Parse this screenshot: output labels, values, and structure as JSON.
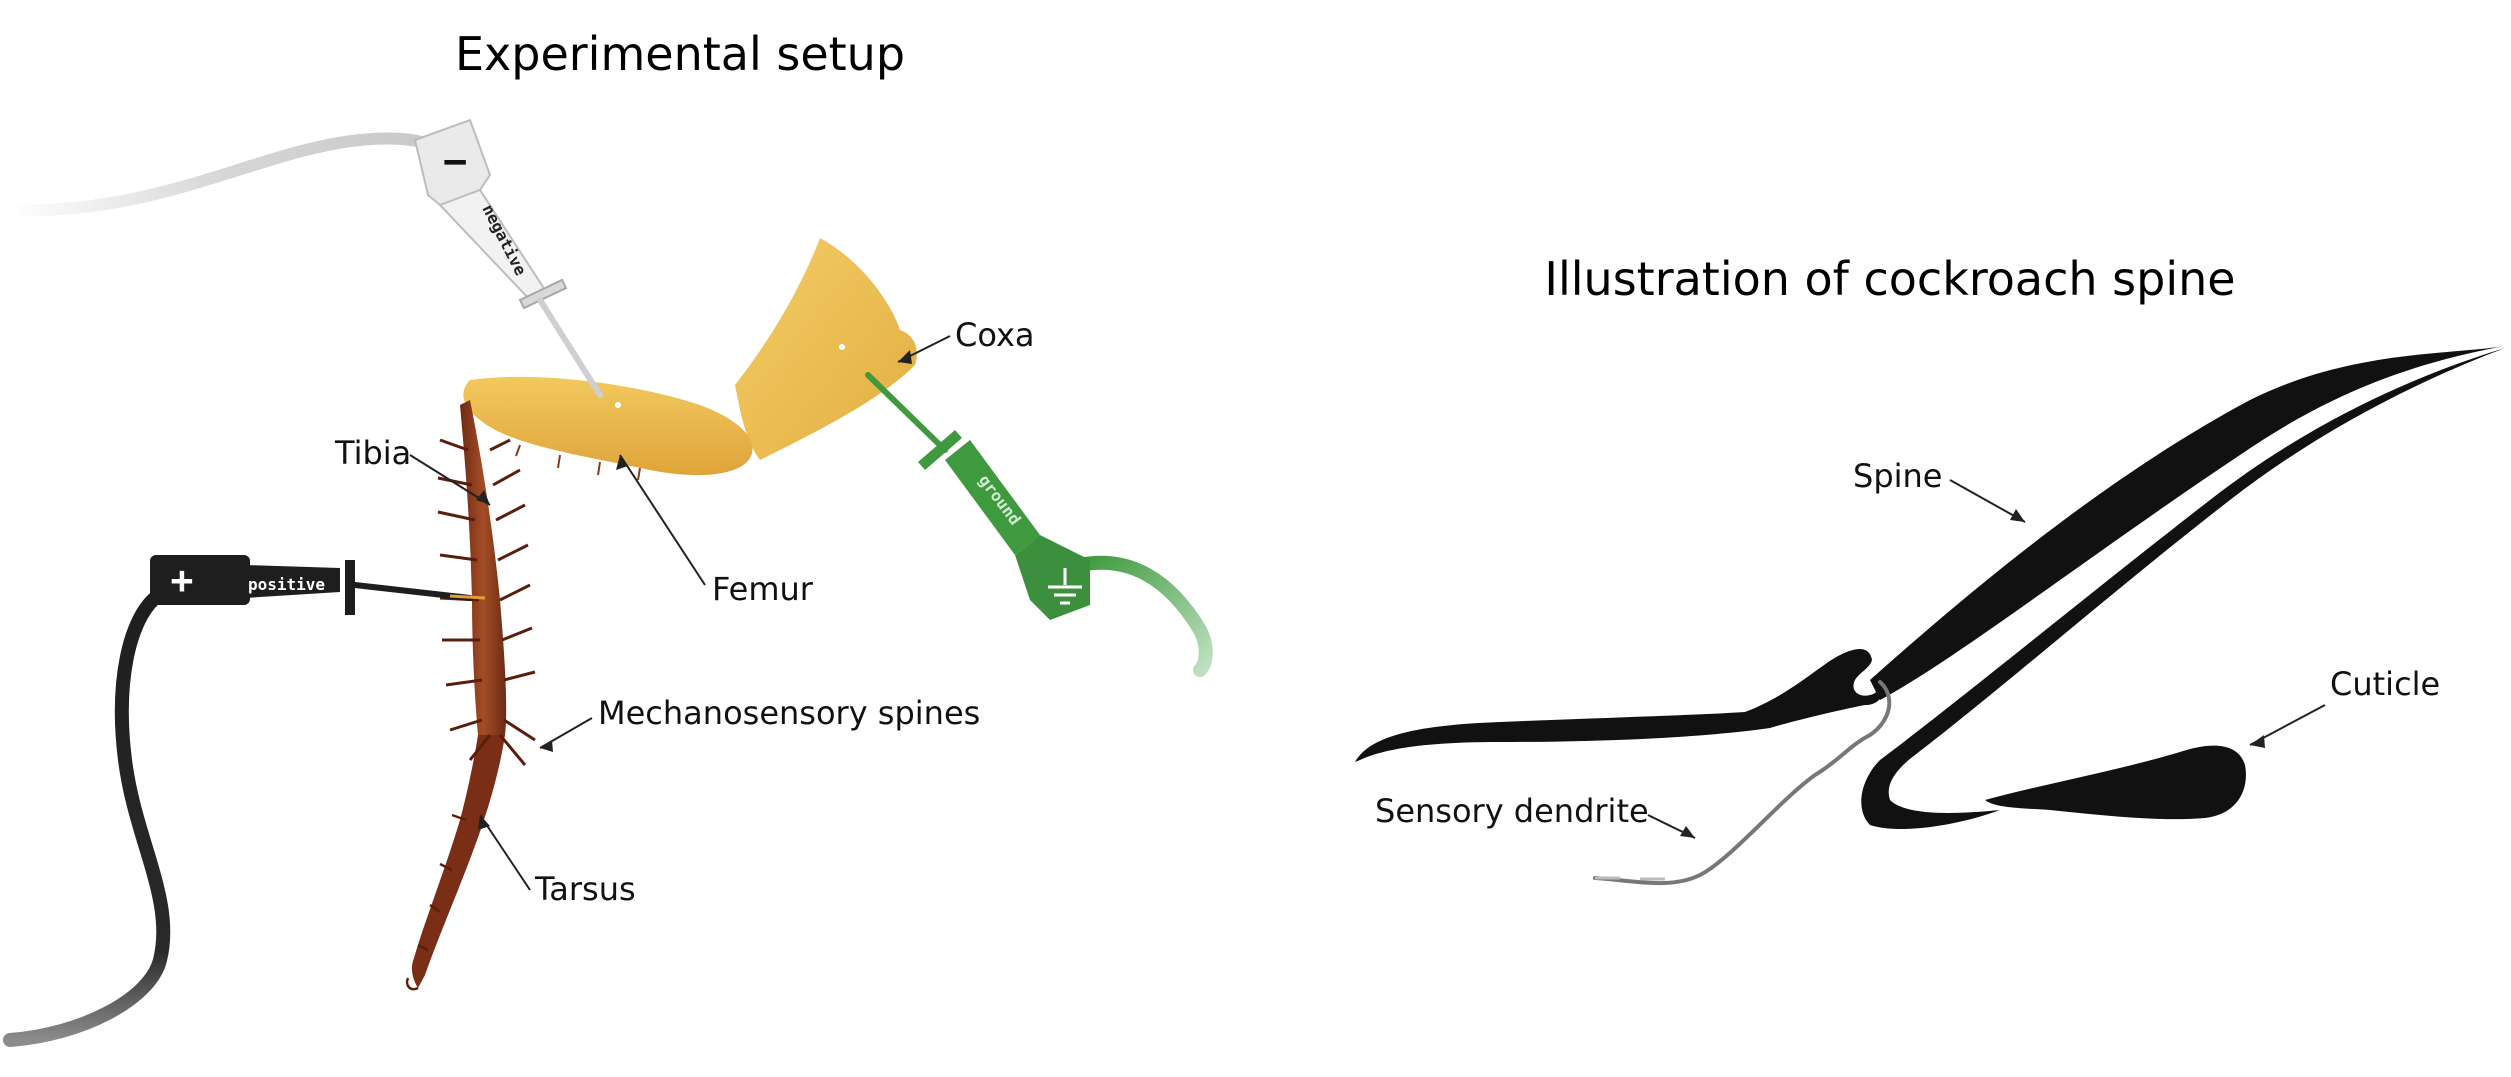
{
  "panels": {
    "left": {
      "title": "Experimental setup",
      "labels": {
        "coxa": "Coxa",
        "tibia": "Tibia",
        "femur": "Femur",
        "mechanosensory_spines": "Mechanosensory spines",
        "tarsus": "Tarsus"
      },
      "probes": {
        "negative": {
          "text": "negative",
          "symbol": "−"
        },
        "positive": {
          "text": "positive",
          "symbol": "+"
        },
        "ground": {
          "text": "ground"
        }
      }
    },
    "right": {
      "title": "Illustration of cockroach spine",
      "labels": {
        "spine": "Spine",
        "cuticle": "Cuticle",
        "sensory_dendrite": "Sensory dendrite"
      }
    }
  },
  "colors": {
    "femur_coxa": "#EEC04E",
    "tibia_tarsus": "#8B3A1C",
    "ground_probe": "#3F9A3F",
    "positive_probe": "#1E1E1E",
    "negative_probe": "#EAEAEA",
    "spine_drawing": "#111111"
  }
}
